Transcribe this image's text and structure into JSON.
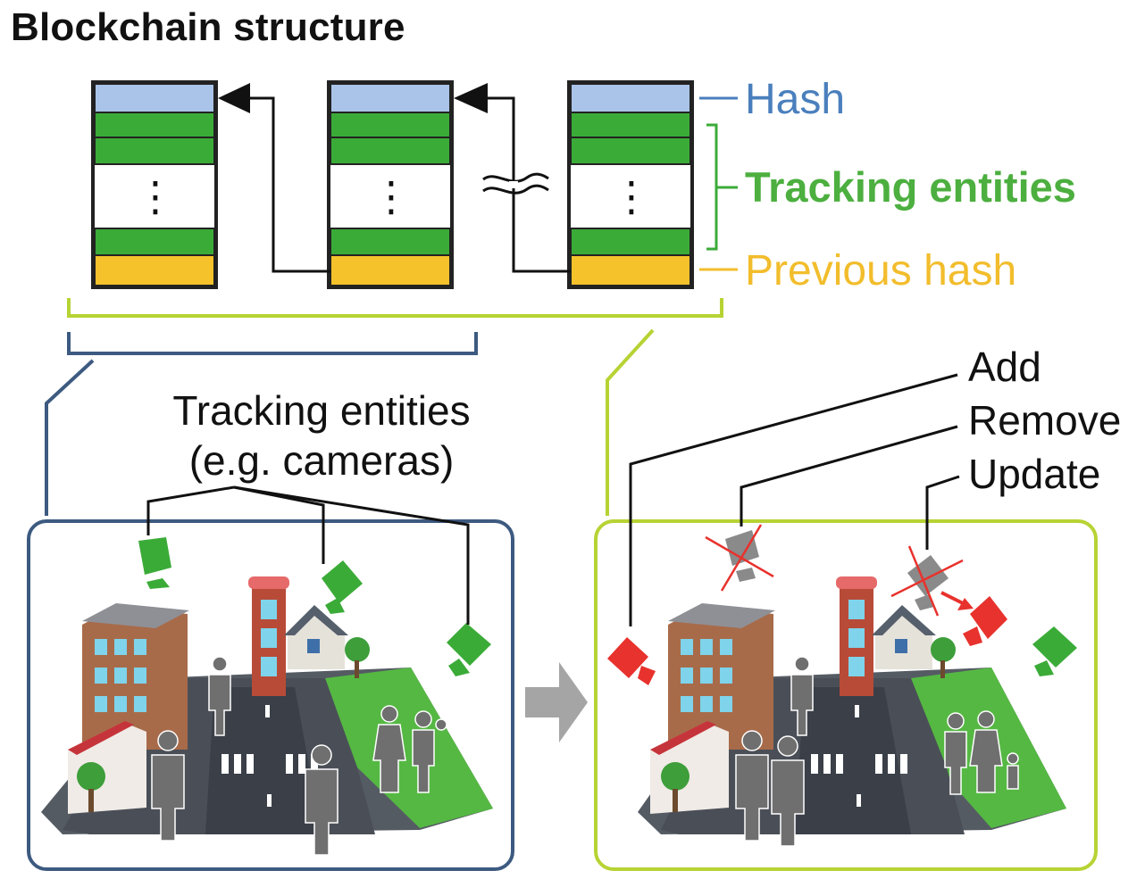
{
  "title": "Blockchain structure",
  "legend": {
    "hash": "Hash",
    "tracking": "Tracking entities",
    "previous_hash": "Previous hash"
  },
  "annotations": {
    "tracking_entities_line1": "Tracking entities",
    "tracking_entities_line2": "(e.g. cameras)",
    "add": "Add",
    "remove": "Remove",
    "update": "Update",
    "ellipsis": "⋮"
  },
  "colors": {
    "hash": "#a9c4e8",
    "entity": "#3bab38",
    "previous_hash": "#f5c22b",
    "dark_frame": "#3d5a80",
    "light_frame": "#b6d334",
    "hash_text": "#4a7fbd",
    "tracking_text": "#4caf3f",
    "previous_text": "#f2bd2c",
    "camera_active": "#3bab38",
    "camera_changed": "#e8322d",
    "camera_removed": "#8a8a8a"
  }
}
